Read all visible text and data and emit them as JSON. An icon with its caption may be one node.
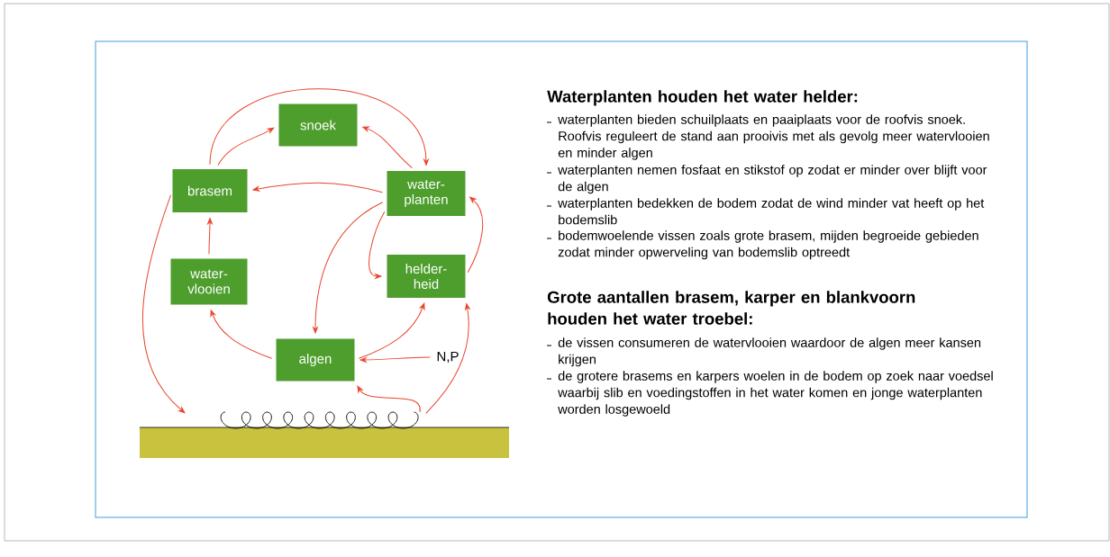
{
  "diagram": {
    "nodes": [
      {
        "text": [
          "snoek"
        ]
      },
      {
        "text": [
          "brasem"
        ]
      },
      {
        "text": [
          "water- planten"
        ]
      },
      {
        "text": [
          "water- vlooien"
        ]
      },
      {
        "text": [
          "helder- heid"
        ]
      },
      {
        "text": [
          "algen"
        ]
      },
      {
        "text": [
          "N,P"
        ]
      },
      {
        "text": [],
        "shape": "picture"
      }
    ],
    "edges": [
      {
        "from": 1,
        "to": 0,
        "arrow": "to"
      },
      {
        "from": 1,
        "to": 2,
        "arrow": "to"
      },
      {
        "from": 2,
        "to": 0,
        "arrow": "to"
      },
      {
        "from": 2,
        "to": 1,
        "arrow": "to"
      },
      {
        "from": 2,
        "to": 4,
        "arrow": "to"
      },
      {
        "from": 2,
        "to": 5,
        "arrow": "to"
      },
      {
        "from": 4,
        "to": 2,
        "arrow": "to"
      },
      {
        "from": 3,
        "to": 1,
        "arrow": "to"
      },
      {
        "from": 5,
        "to": 3,
        "arrow": "to"
      },
      {
        "from": 5,
        "to": 4,
        "arrow": "to"
      },
      {
        "from": 6,
        "to": 5,
        "arrow": "to"
      },
      {
        "from": 1,
        "to": 7,
        "arrow": "to"
      },
      {
        "from": 7,
        "to": 5,
        "arrow": "to"
      },
      {
        "from": 7,
        "to": 4,
        "arrow": "to"
      }
    ],
    "labels": [
      "Waterplanten houden het water helder:",
      "waterplanten bieden schuilplaats en paaiplaats voor de roofvis snoek. Roofvis reguleert de stand aan prooivis met als gevolg meer watervlooien en minder algen",
      "waterplanten nemen fosfaat en stikstof op zodat er minder over blijft voor de algen",
      "waterplanten bedekken de bodem zodat de wind minder vat heeft op het bodemslib",
      "bodemwoelende vissen zoals grote brasem, mijden begroeide gebieden zodat minder opwerveling van bodemslib optreedt",
      "Grote aantallen brasem, karper en blankvoorn houden het water troebel:",
      "de vissen consumeren de watervlooien waardoor de algen meer kansen krijgen",
      "de grotere brasems en karpers woelen in de bodem op zoek naar voedsel waarbij slib en voedingstoffen in het water komen en jonge waterplanten worden losgewoeld"
    ]
  }
}
